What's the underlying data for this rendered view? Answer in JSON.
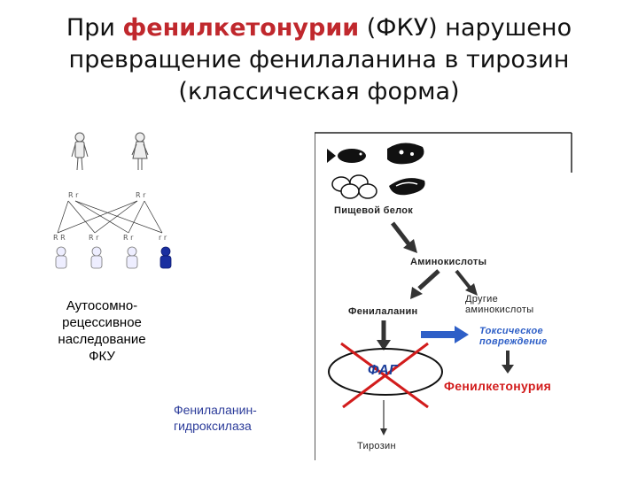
{
  "title": {
    "line1_prefix": "При ",
    "line1_highlight": "фенилкетонурии",
    "line1_suffix": " (ФКУ) нарушено",
    "line2": "превращение фенилаланина в тирозин",
    "line3": "(классическая форма)"
  },
  "left": {
    "inheritance_text": "Аутосомно-рецессивное наследование ФКУ",
    "enzyme_line1": "Фенилаланин-",
    "enzyme_line2": "гидроксилаза"
  },
  "pedigree": {
    "parent_genotypes": [
      "R r",
      "R r"
    ],
    "child_genotypes": [
      "R R",
      "R r",
      "R r",
      "r r"
    ]
  },
  "scheme": {
    "food_protein": "Пищевой белок",
    "amino_acids": "Аминокислоты",
    "phenylalanine": "Фенилаланин",
    "other_amino_acids_line1": "Другие",
    "other_amino_acids_line2": "аминокислоты",
    "toxic_line1": "Токсическое",
    "toxic_line2": "повреждение",
    "enzyme_abbr": "ФАГ",
    "pku": "Фенилкетонурия",
    "tyrosine": "Тирозин"
  },
  "colors": {
    "accent_red": "#c0282d",
    "enzyme_blue": "#2c3c9a",
    "toxic_blue": "#2e5fc7",
    "arrow_dark": "#333333"
  }
}
